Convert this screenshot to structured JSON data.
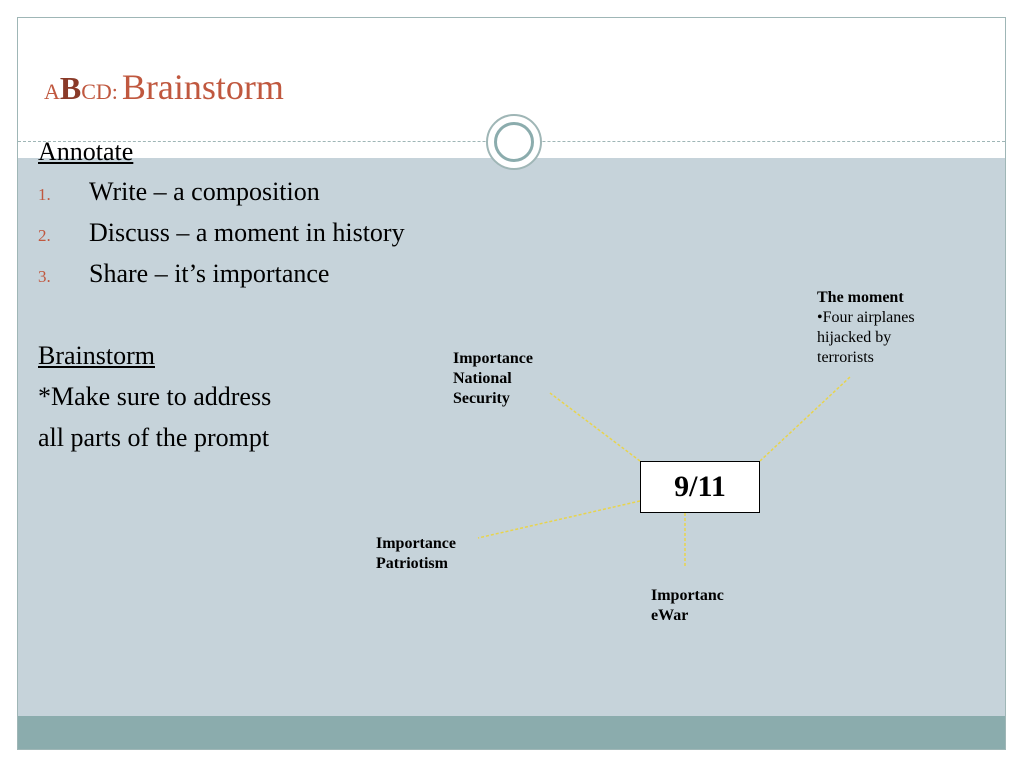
{
  "title": {
    "prefix_a": "A",
    "prefix_b": "B",
    "prefix_cd": "CD:",
    "main": "Brainstorm"
  },
  "annotate": {
    "heading": "Annotate",
    "items": [
      {
        "number": "1.",
        "text": "Write – a composition"
      },
      {
        "number": "2.",
        "text": "Discuss – a moment in history"
      },
      {
        "number": "3.",
        "text": "Share – it’s importance"
      }
    ]
  },
  "brainstorm": {
    "heading": "Brainstorm",
    "line1": "*Make sure to address",
    "line2": "all parts of the prompt"
  },
  "web": {
    "center": "9/11",
    "national_security": {
      "line1": "Importance",
      "line2": "National",
      "line3": "Security"
    },
    "moment": {
      "heading": "The moment",
      "line1": "•Four airplanes",
      "line2": "hijacked by",
      "line3": "terrorists"
    },
    "patriotism": {
      "line1": "Importance",
      "line2": "Patriotism"
    },
    "war": {
      "line1": "Importanc",
      "line2": "eWar"
    }
  },
  "colors": {
    "accent": "#c0583f",
    "body_bg": "#c6d3da",
    "footer": "#8bacad",
    "connector": "#e8d44d"
  }
}
